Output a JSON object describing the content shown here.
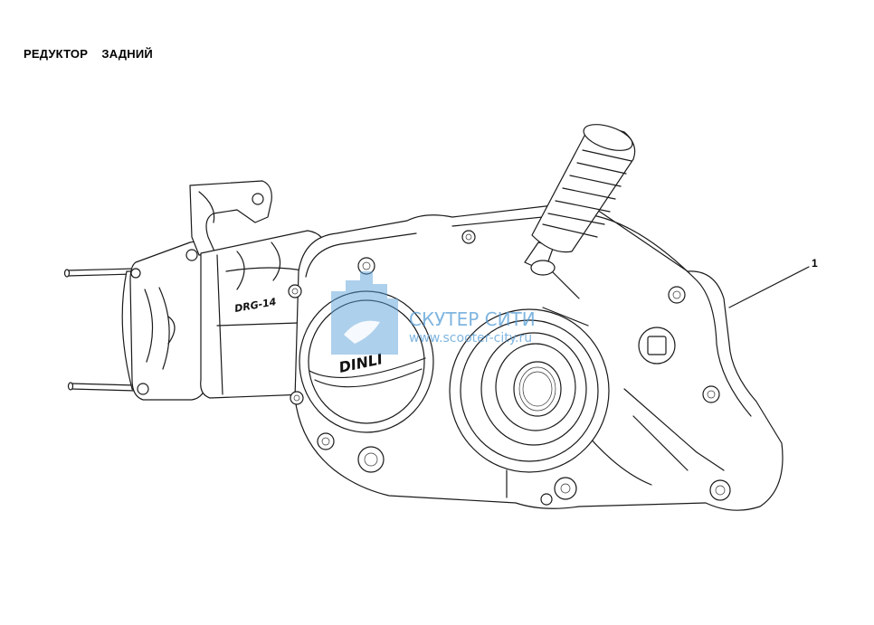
{
  "title": "РЕДУКТОР    ЗАДНИЙ",
  "callouts": [
    {
      "label": "1"
    }
  ],
  "casting_marks": {
    "model": "DRG-14",
    "brand": "DINLI"
  },
  "watermark": {
    "text": "СКУТЕР СИТИ",
    "url": "www.scooter-city.ru",
    "color": "#5aa0d8"
  }
}
